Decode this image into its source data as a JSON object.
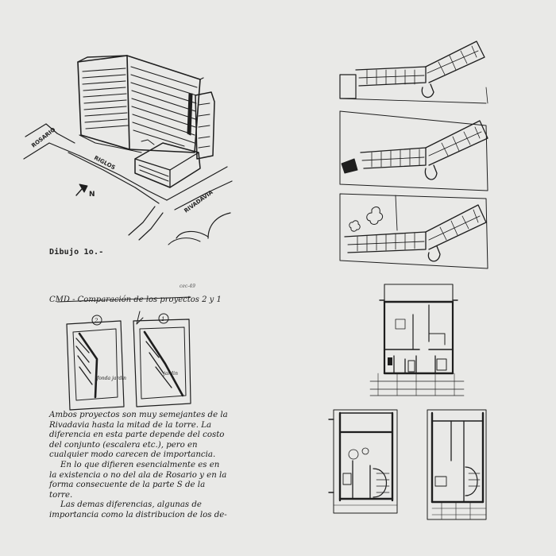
{
  "caption": "Dibujo 1o.-",
  "streets": {
    "rosario": "ROSARIO",
    "riglos": "RIGLOS",
    "rivadavia": "RIVADAVIA",
    "north_mark": "N"
  },
  "sketch": {
    "title": "CMD - Comparación de los proyectos 2 y 1",
    "ref": "cec-49",
    "marker_left": "2",
    "marker_right": "1",
    "label_left": "fonda jardin",
    "label_right": "jardin"
  },
  "notes": [
    "Ambos proyectos son muy semejantes de la Rivadavia hasta la mitad de la torre. La diferencia en esta parte depende del costo del conjunto (escalera etc.), pero en cualquier modo carecen de importancia.",
    "En lo que difieren esencialmente es en la existencia o no del ala de Rosario y en la forma consecuente de la parte S de la torre.",
    "Las demas diferencias, algunas de importancia como la distribucion de los de-"
  ]
}
